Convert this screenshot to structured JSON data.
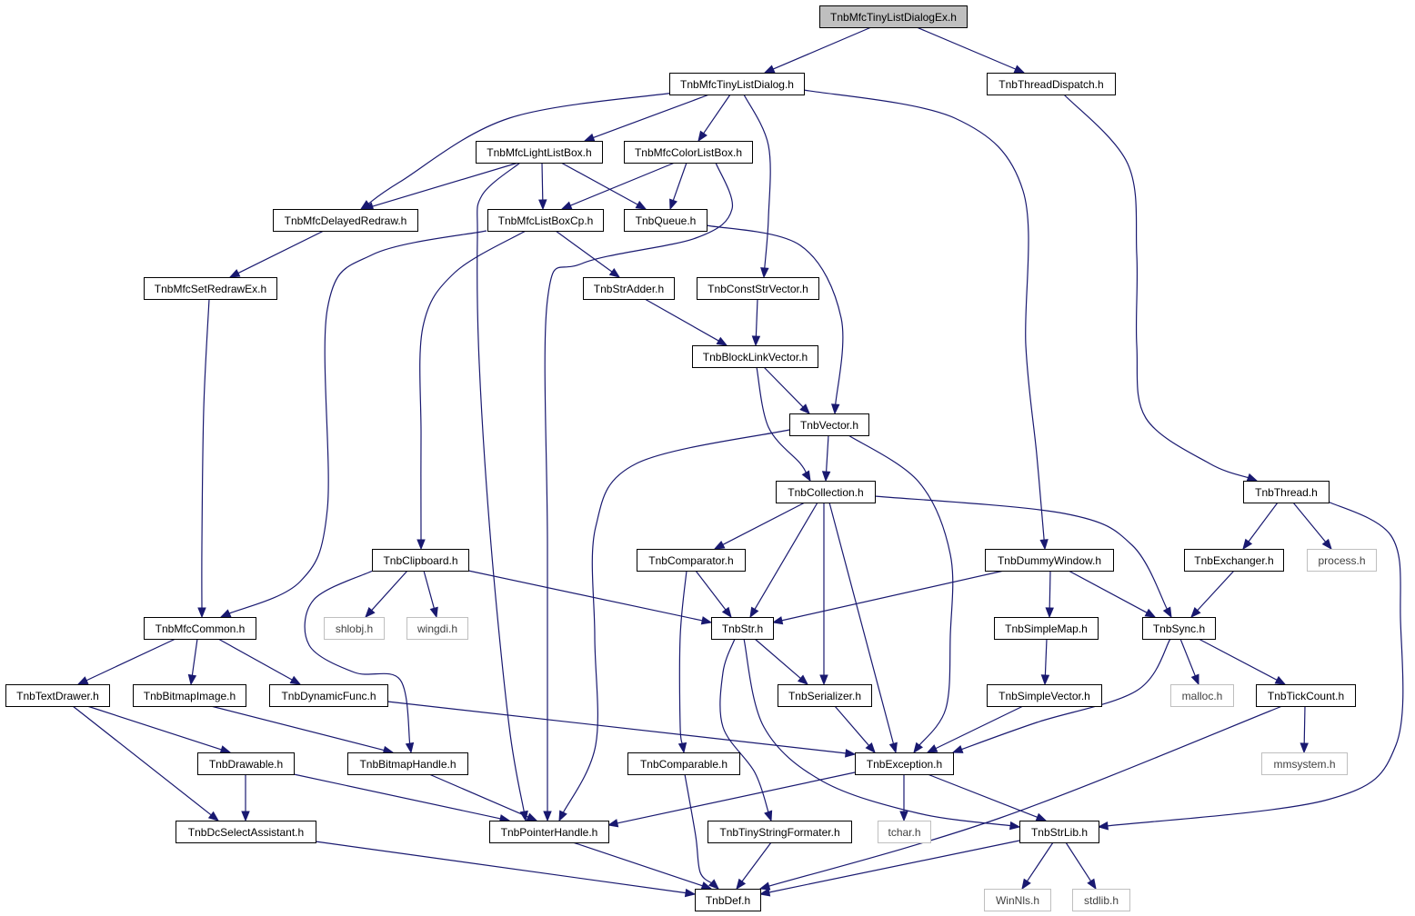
{
  "graph": {
    "edge_color": "#191970",
    "root_fill": "#bfbfbf",
    "external_stroke": "#bfbfbf",
    "nodes": [
      {
        "id": "root",
        "label": "TnbMfcTinyListDialogEx.h",
        "kind": "root"
      },
      {
        "id": "tld",
        "label": "TnbMfcTinyListDialog.h",
        "kind": "normal"
      },
      {
        "id": "tdisp",
        "label": "TnbThreadDispatch.h",
        "kind": "normal"
      },
      {
        "id": "llb",
        "label": "TnbMfcLightListBox.h",
        "kind": "normal"
      },
      {
        "id": "clb",
        "label": "TnbMfcColorListBox.h",
        "kind": "normal"
      },
      {
        "id": "mdr",
        "label": "TnbMfcDelayedRedraw.h",
        "kind": "normal"
      },
      {
        "id": "lbcp",
        "label": "TnbMfcListBoxCp.h",
        "kind": "normal"
      },
      {
        "id": "queue",
        "label": "TnbQueue.h",
        "kind": "normal"
      },
      {
        "id": "msre",
        "label": "TnbMfcSetRedrawEx.h",
        "kind": "normal"
      },
      {
        "id": "stradd",
        "label": "TnbStrAdder.h",
        "kind": "normal"
      },
      {
        "id": "csv",
        "label": "TnbConstStrVector.h",
        "kind": "normal"
      },
      {
        "id": "blv",
        "label": "TnbBlockLinkVector.h",
        "kind": "normal"
      },
      {
        "id": "vector",
        "label": "TnbVector.h",
        "kind": "normal"
      },
      {
        "id": "coll",
        "label": "TnbCollection.h",
        "kind": "normal"
      },
      {
        "id": "thread",
        "label": "TnbThread.h",
        "kind": "normal"
      },
      {
        "id": "clip",
        "label": "TnbClipboard.h",
        "kind": "normal"
      },
      {
        "id": "comparator",
        "label": "TnbComparator.h",
        "kind": "normal"
      },
      {
        "id": "dummy",
        "label": "TnbDummyWindow.h",
        "kind": "normal"
      },
      {
        "id": "exch",
        "label": "TnbExchanger.h",
        "kind": "normal"
      },
      {
        "id": "process",
        "label": "process.h",
        "kind": "external"
      },
      {
        "id": "mfccommon",
        "label": "TnbMfcCommon.h",
        "kind": "normal"
      },
      {
        "id": "shlobj",
        "label": "shlobj.h",
        "kind": "external"
      },
      {
        "id": "wingdi",
        "label": "wingdi.h",
        "kind": "external"
      },
      {
        "id": "str",
        "label": "TnbStr.h",
        "kind": "normal"
      },
      {
        "id": "smap",
        "label": "TnbSimpleMap.h",
        "kind": "normal"
      },
      {
        "id": "sync",
        "label": "TnbSync.h",
        "kind": "normal"
      },
      {
        "id": "textdrawer",
        "label": "TnbTextDrawer.h",
        "kind": "normal"
      },
      {
        "id": "bmpimg",
        "label": "TnbBitmapImage.h",
        "kind": "normal"
      },
      {
        "id": "dynfunc",
        "label": "TnbDynamicFunc.h",
        "kind": "normal"
      },
      {
        "id": "serializer",
        "label": "TnbSerializer.h",
        "kind": "normal"
      },
      {
        "id": "svector",
        "label": "TnbSimpleVector.h",
        "kind": "normal"
      },
      {
        "id": "malloc",
        "label": "malloc.h",
        "kind": "external"
      },
      {
        "id": "tick",
        "label": "TnbTickCount.h",
        "kind": "normal"
      },
      {
        "id": "drawable",
        "label": "TnbDrawable.h",
        "kind": "normal"
      },
      {
        "id": "bmphandle",
        "label": "TnbBitmapHandle.h",
        "kind": "normal"
      },
      {
        "id": "comparable",
        "label": "TnbComparable.h",
        "kind": "normal"
      },
      {
        "id": "exception",
        "label": "TnbException.h",
        "kind": "normal"
      },
      {
        "id": "mmsystem",
        "label": "mmsystem.h",
        "kind": "external"
      },
      {
        "id": "dcsel",
        "label": "TnbDcSelectAssistant.h",
        "kind": "normal"
      },
      {
        "id": "ptrhandle",
        "label": "TnbPointerHandle.h",
        "kind": "normal"
      },
      {
        "id": "tsf",
        "label": "TnbTinyStringFormater.h",
        "kind": "normal"
      },
      {
        "id": "tchar",
        "label": "tchar.h",
        "kind": "external"
      },
      {
        "id": "strlib",
        "label": "TnbStrLib.h",
        "kind": "normal"
      },
      {
        "id": "def",
        "label": "TnbDef.h",
        "kind": "normal"
      },
      {
        "id": "winnls",
        "label": "WinNls.h",
        "kind": "external"
      },
      {
        "id": "stdlib",
        "label": "stdlib.h",
        "kind": "external"
      }
    ],
    "edges": [
      {
        "from": "root",
        "to": "tld"
      },
      {
        "from": "root",
        "to": "tdisp"
      },
      {
        "from": "tld",
        "to": "llb"
      },
      {
        "from": "tld",
        "to": "clb"
      },
      {
        "from": "tld",
        "to": "mdr"
      },
      {
        "from": "tld",
        "to": "csv"
      },
      {
        "from": "tld",
        "to": "dummy"
      },
      {
        "from": "tdisp",
        "to": "thread"
      },
      {
        "from": "llb",
        "to": "mdr"
      },
      {
        "from": "llb",
        "to": "lbcp"
      },
      {
        "from": "llb",
        "to": "queue"
      },
      {
        "from": "llb",
        "to": "ptrhandle"
      },
      {
        "from": "clb",
        "to": "lbcp"
      },
      {
        "from": "clb",
        "to": "queue"
      },
      {
        "from": "clb",
        "to": "ptrhandle"
      },
      {
        "from": "mdr",
        "to": "msre"
      },
      {
        "from": "lbcp",
        "to": "stradd"
      },
      {
        "from": "lbcp",
        "to": "clip"
      },
      {
        "from": "lbcp",
        "to": "mfccommon"
      },
      {
        "from": "queue",
        "to": "vector"
      },
      {
        "from": "msre",
        "to": "mfccommon"
      },
      {
        "from": "stradd",
        "to": "blv"
      },
      {
        "from": "csv",
        "to": "blv"
      },
      {
        "from": "blv",
        "to": "vector"
      },
      {
        "from": "blv",
        "to": "coll"
      },
      {
        "from": "vector",
        "to": "coll"
      },
      {
        "from": "vector",
        "to": "ptrhandle"
      },
      {
        "from": "vector",
        "to": "exception"
      },
      {
        "from": "coll",
        "to": "comparator"
      },
      {
        "from": "coll",
        "to": "str"
      },
      {
        "from": "coll",
        "to": "serializer"
      },
      {
        "from": "coll",
        "to": "exception"
      },
      {
        "from": "coll",
        "to": "sync"
      },
      {
        "from": "thread",
        "to": "exch"
      },
      {
        "from": "thread",
        "to": "process"
      },
      {
        "from": "thread",
        "to": "strlib"
      },
      {
        "from": "clip",
        "to": "shlobj"
      },
      {
        "from": "clip",
        "to": "wingdi"
      },
      {
        "from": "clip",
        "to": "str"
      },
      {
        "from": "clip",
        "to": "bmphandle"
      },
      {
        "from": "comparator",
        "to": "str"
      },
      {
        "from": "comparator",
        "to": "comparable"
      },
      {
        "from": "dummy",
        "to": "str"
      },
      {
        "from": "dummy",
        "to": "smap"
      },
      {
        "from": "dummy",
        "to": "sync"
      },
      {
        "from": "exch",
        "to": "sync"
      },
      {
        "from": "mfccommon",
        "to": "textdrawer"
      },
      {
        "from": "mfccommon",
        "to": "bmpimg"
      },
      {
        "from": "mfccommon",
        "to": "dynfunc"
      },
      {
        "from": "str",
        "to": "serializer"
      },
      {
        "from": "str",
        "to": "tsf"
      },
      {
        "from": "str",
        "to": "strlib"
      },
      {
        "from": "smap",
        "to": "svector"
      },
      {
        "from": "sync",
        "to": "exception"
      },
      {
        "from": "sync",
        "to": "malloc"
      },
      {
        "from": "sync",
        "to": "tick"
      },
      {
        "from": "textdrawer",
        "to": "drawable"
      },
      {
        "from": "textdrawer",
        "to": "dcsel"
      },
      {
        "from": "bmpimg",
        "to": "bmphandle"
      },
      {
        "from": "dynfunc",
        "to": "exception"
      },
      {
        "from": "serializer",
        "to": "exception"
      },
      {
        "from": "svector",
        "to": "exception"
      },
      {
        "from": "tick",
        "to": "mmsystem"
      },
      {
        "from": "tick",
        "to": "def"
      },
      {
        "from": "drawable",
        "to": "dcsel"
      },
      {
        "from": "drawable",
        "to": "ptrhandle"
      },
      {
        "from": "bmphandle",
        "to": "ptrhandle"
      },
      {
        "from": "comparable",
        "to": "def"
      },
      {
        "from": "exception",
        "to": "ptrhandle"
      },
      {
        "from": "exception",
        "to": "tchar"
      },
      {
        "from": "exception",
        "to": "strlib"
      },
      {
        "from": "dcsel",
        "to": "def"
      },
      {
        "from": "ptrhandle",
        "to": "def"
      },
      {
        "from": "tsf",
        "to": "def"
      },
      {
        "from": "strlib",
        "to": "def"
      },
      {
        "from": "strlib",
        "to": "winnls"
      },
      {
        "from": "strlib",
        "to": "stdlib"
      }
    ]
  }
}
